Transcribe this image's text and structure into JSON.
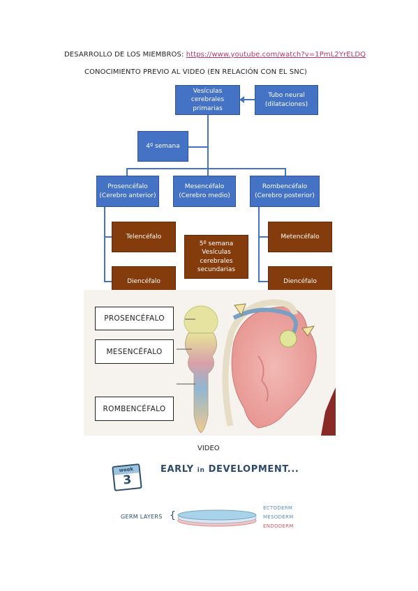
{
  "header": {
    "label": "DESARROLLO DE LOS MIEMBROS:",
    "link": "https://www.youtube.com/watch?v=1PmL2YrELDQ",
    "subtitle": "CONOCIMIENTO PREVIO AL VIDEO (EN RELACIÓN CON EL SNC)"
  },
  "diagram": {
    "primary": [
      "Vesículas",
      "cerebrales",
      "primarias"
    ],
    "neural_tube": [
      "Tubo neural",
      "(dilataciones)"
    ],
    "week4": "4º semana",
    "prosencefalo": [
      "Prosencéfalo",
      "(Cerebro anterior)"
    ],
    "mesencefalo": [
      "Mesencéfalo",
      "(Cerebro medio)"
    ],
    "rombencefalo": [
      "Rombencéfalo",
      "(Cerebro posterior)"
    ],
    "telencefalo": "Telencéfalo",
    "diencefalo_left": "Diencéfalo",
    "week5": [
      "5º semana",
      "Vesículas",
      "cerebrales",
      "secundarias"
    ],
    "metencefalo": "Metencéfalo",
    "diencefalo_right": "Diencéfalo"
  },
  "illustration": {
    "labels": [
      "PROSENCÉFALO",
      "MESENCÉFALO",
      "ROMBENCÉFALO"
    ]
  },
  "video": {
    "title": "VIDEO",
    "week_word": "week",
    "week_number": "3",
    "headline_early": "EARLY",
    "headline_in": "in",
    "headline_dev": "DEVELOPMENT...",
    "germ_layers": "GERM LAYERS",
    "ectoderm": "ECTODERM",
    "mesoderm": "MESODERM",
    "endoderm": "ENDODERM"
  }
}
